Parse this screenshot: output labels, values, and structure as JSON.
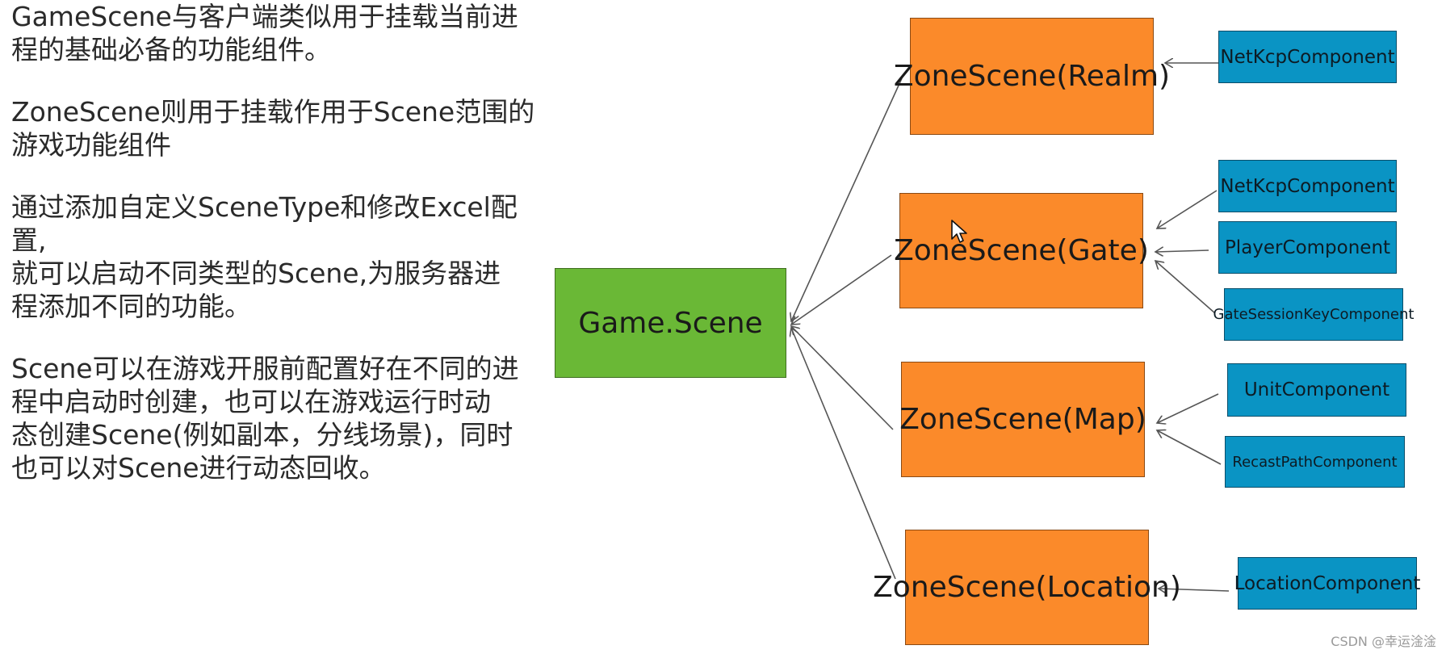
{
  "paragraphs": [
    [
      "GameScene与客户端类似用于挂载当前进",
      "程的基础必备的功能组件。"
    ],
    [
      "ZoneScene则用于挂载作用于Scene范围的",
      "游戏功能组件"
    ],
    [
      "通过添加自定义SceneType和修改Excel配置,",
      "就可以启动不同类型的Scene,为服务器进",
      "程添加不同的功能。"
    ],
    [
      "Scene可以在游戏开服前配置好在不同的进",
      "程中启动时创建，也可以在游戏运行时动",
      "态创建Scene(例如副本，分线场景)，同时",
      "也可以对Scene进行动态回收。"
    ]
  ],
  "diagram": {
    "game_scene": "Game.Scene",
    "zones": [
      {
        "label": "ZoneScene(Realm)",
        "components": [
          "NetKcpComponent"
        ]
      },
      {
        "label": "ZoneScene(Gate)",
        "components": [
          "NetKcpComponent",
          "PlayerComponent",
          "GateSessionKeyComponent"
        ]
      },
      {
        "label": "ZoneScene(Map)",
        "components": [
          "UnitComponent",
          "RecastPathComponent"
        ]
      },
      {
        "label": "ZoneScene(Location)",
        "components": [
          "LocationComponent"
        ]
      }
    ]
  },
  "watermark": "CSDN @幸运淦淦",
  "colors": {
    "game_scene": "#6ab836",
    "zone_scene": "#fb8a2a",
    "component": "#0a94c4",
    "text": "#2a2a2a"
  },
  "icons": [
    "mouse-cursor-icon"
  ]
}
